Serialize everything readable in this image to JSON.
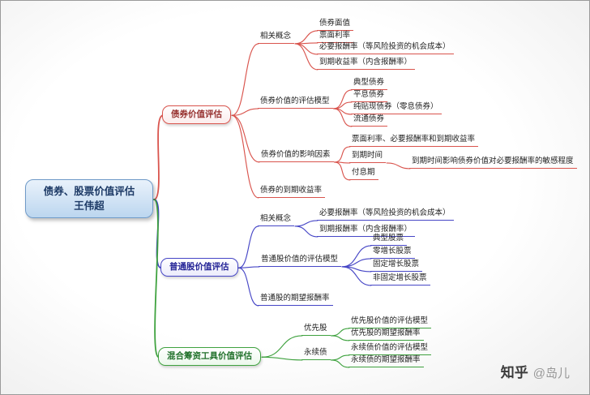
{
  "map": {
    "root": {
      "title": "债券、股票价值评估",
      "subtitle": "王伟超"
    },
    "bond": {
      "label": "债券价值评估",
      "concepts": {
        "label": "相关概念",
        "face_value": "债券面值",
        "coupon_rate": "票面利率",
        "required_return": "必要报酬率（等风险投资的机会成本）",
        "ytm": "到期收益率（内含报酬率）"
      },
      "models": {
        "label": "债券价值的评估模型",
        "typical": "典型债券",
        "level_coupon": "平息债券",
        "pure_discount": "纯贴现债券（零息债券）",
        "circulating": "流通债券"
      },
      "factors": {
        "label": "债券价值的影响因素",
        "rates": "票面利率、必要报酬率和到期收益率",
        "maturity": "到期时间",
        "maturity_note": "到期时间影响债券价值对必要报酬率的敏感程度",
        "payment_period": "付息期"
      },
      "ytm_topic": "债券的到期收益率"
    },
    "stock": {
      "label": "普通股价值评估",
      "concepts": {
        "label": "相关概念",
        "required_return": "必要报酬率（等风险投资的机会成本）",
        "maturity_return": "到期报酬率（内含报酬率）"
      },
      "models": {
        "label": "普通股价值的评估模型",
        "typical": "典型股票",
        "zero_growth": "零增长股票",
        "constant_growth": "固定增长股票",
        "nonconstant_growth": "非固定增长股票"
      },
      "expected_return": "普通股的期望报酬率"
    },
    "hybrid": {
      "label": "混合筹资工具价值评估",
      "preferred": {
        "label": "优先股",
        "model": "优先股价值的评估模型",
        "expected_return": "优先股的期望报酬率"
      },
      "perpetual": {
        "label": "永续债",
        "model": "永续债价值的评估模型",
        "expected_return": "永续债的期望报酬率"
      }
    }
  },
  "watermark": {
    "brand": "知乎",
    "user": "@岛儿"
  },
  "colors": {
    "bond_branch": "#d9544d",
    "bond_text": "#96302e",
    "stock_branch": "#4646c6",
    "stock_text": "#252596",
    "hybrid_branch": "#3fa23f",
    "hybrid_text": "#20702a",
    "root_border": "#6f9ac8",
    "root_text": "#1d3a66"
  }
}
